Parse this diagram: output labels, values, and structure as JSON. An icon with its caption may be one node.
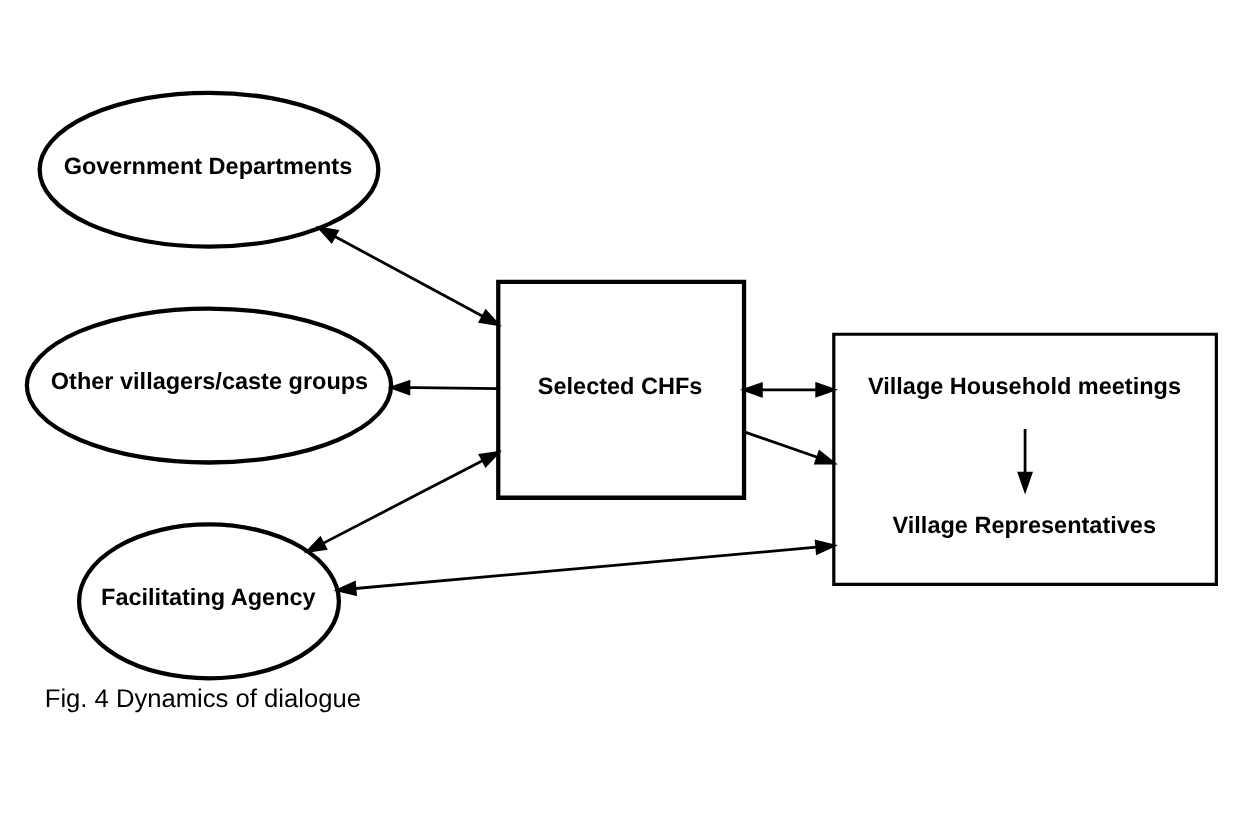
{
  "diagram": {
    "caption": "Fig. 4 Dynamics of dialogue",
    "nodes": [
      {
        "text": [
          "Facilitating Agency"
        ]
      },
      {
        "text": [
          "Government Departments"
        ]
      },
      {
        "text": [
          "Other villagers/caste groups"
        ]
      },
      {
        "text": [
          "Selected CHFs"
        ]
      },
      {
        "text": [],
        "shape": "box"
      },
      {
        "text": [
          "Village Household meetings"
        ],
        "in": 4
      },
      {
        "text": [
          "Village Representatives"
        ],
        "in": 4
      }
    ],
    "edges": [
      {
        "from": 0,
        "to": 4,
        "arrow": "both"
      },
      {
        "from": 0,
        "to": 3,
        "arrow": "both"
      },
      {
        "from": 1,
        "to": 3,
        "arrow": "both"
      },
      {
        "from": 3,
        "to": 2,
        "arrow": "to"
      },
      {
        "from": 3,
        "to": 4,
        "arrow": "to"
      },
      {
        "from": 3,
        "to": 4,
        "arrow": "both"
      },
      {
        "from": 5,
        "to": 6,
        "arrow": "to"
      }
    ]
  }
}
